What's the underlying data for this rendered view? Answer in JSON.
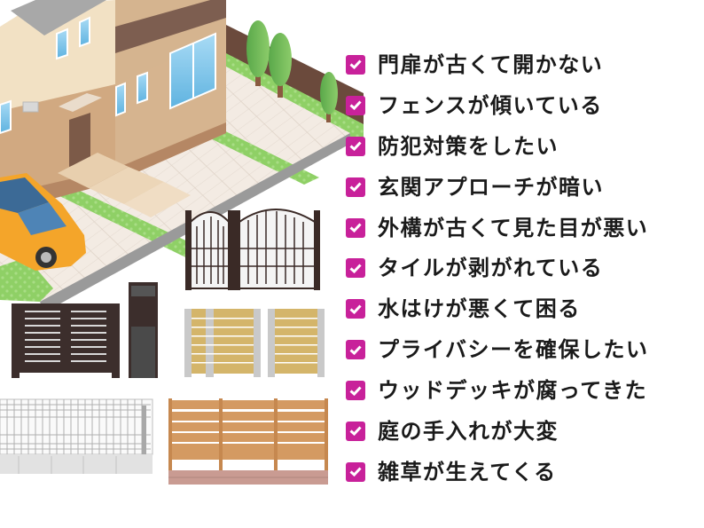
{
  "checklist": {
    "accent_color": "#c8219a",
    "items": [
      {
        "label": "門扉が古くて開かない",
        "checked": true
      },
      {
        "label": "フェンスが傾いている",
        "checked": true
      },
      {
        "label": "防犯対策をしたい",
        "checked": true
      },
      {
        "label": "玄関アプローチが暗い",
        "checked": true
      },
      {
        "label": "外構が古くて見た目が悪い",
        "checked": true
      },
      {
        "label": "タイルが剥がれている",
        "checked": true
      },
      {
        "label": "水はけが悪くて困る",
        "checked": true
      },
      {
        "label": "プライバシーを確保したい",
        "checked": true
      },
      {
        "label": "ウッドデッキが腐ってきた",
        "checked": true
      },
      {
        "label": "庭の手入れが大変",
        "checked": true
      },
      {
        "label": "雑草が生えてくる",
        "checked": true
      }
    ]
  },
  "illustration": {
    "house": "isometric-house",
    "car": "orange-car",
    "products": [
      "wrought-iron-gates",
      "dark-slatted-gate",
      "mail-post",
      "wood-panel-gates",
      "mesh-fence",
      "wood-slat-fence"
    ]
  }
}
